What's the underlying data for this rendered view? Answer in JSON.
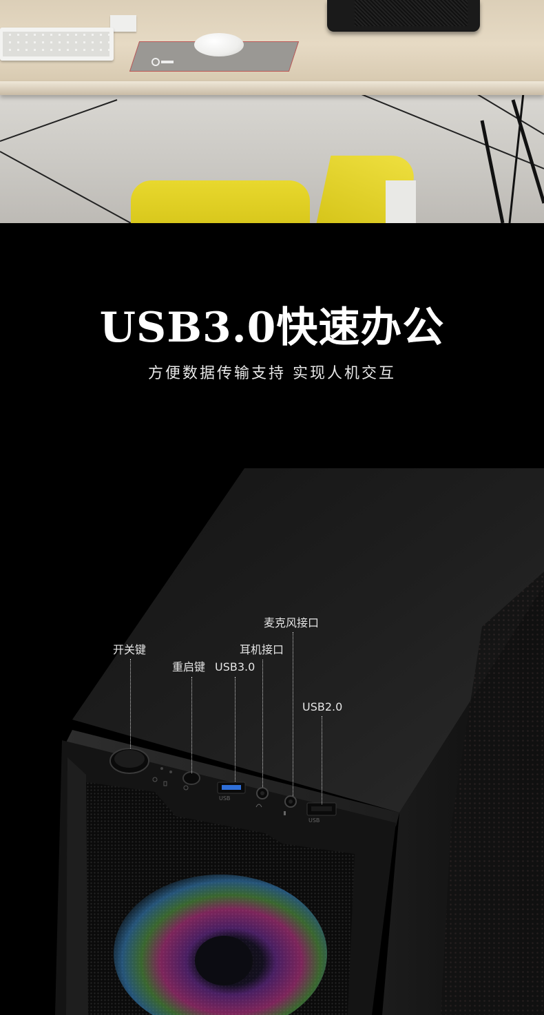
{
  "headline": {
    "title": "USB3.0快速办公",
    "subtitle": "方便数据传输支持 实现人机交互"
  },
  "scene": {
    "mousepad_brand_icon": "steelseries-logo-icon"
  },
  "ports": {
    "power": "开关键",
    "reset": "重启键",
    "usb3": "USB3.0",
    "headphone": "耳机接口",
    "microphone": "麦克风接口",
    "usb2": "USB2.0",
    "usb3_port_text": "USB",
    "usb2_port_text": "USB"
  },
  "colors": {
    "background": "#000000",
    "usb3_port": "#2f6fd8",
    "chair": "#e4d42a"
  }
}
